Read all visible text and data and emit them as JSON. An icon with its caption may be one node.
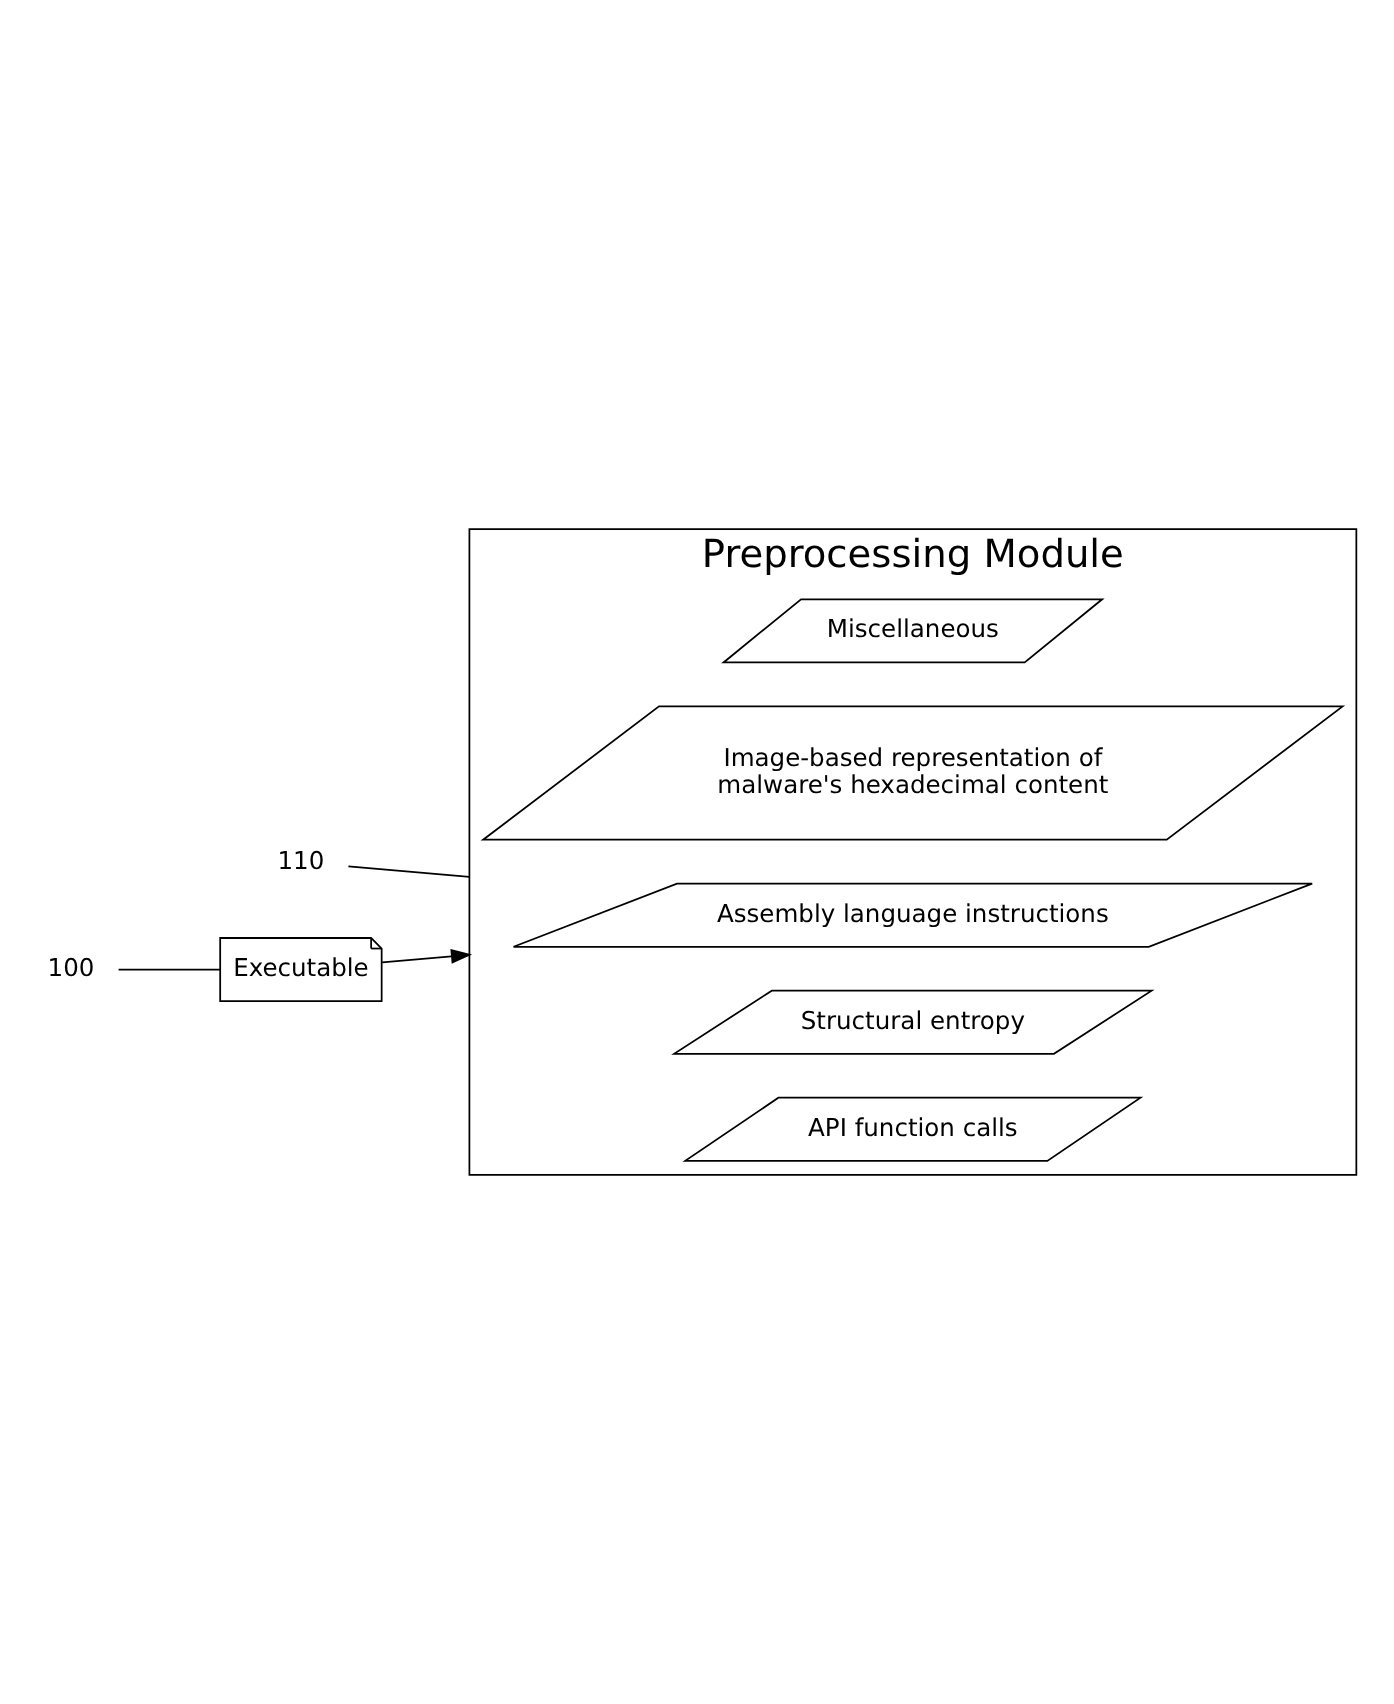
{
  "diagram": {
    "nodes": [
      {
        "text": [
          "110"
        ]
      },
      {
        "text": [
          "Preprocessing Module"
        ]
      },
      {
        "text": [
          "API function calls"
        ],
        "in": 1
      },
      {
        "text": [
          "Structural entropy"
        ],
        "in": 1
      },
      {
        "text": [
          "Assembly language instructions"
        ],
        "in": 1
      },
      {
        "text": [
          "Image-based representation of malware's hexadecimal content"
        ],
        "in": 1
      },
      {
        "text": [
          "Miscellaneous"
        ],
        "in": 1
      },
      {
        "text": [
          "100"
        ]
      },
      {
        "text": [
          "Executable"
        ]
      }
    ],
    "edges": [
      {
        "from": 0,
        "to": 1,
        "arrow": "none"
      },
      {
        "from": 7,
        "to": 8,
        "arrow": "none"
      },
      {
        "from": 8,
        "to": 1,
        "arrow": "to"
      }
    ]
  }
}
